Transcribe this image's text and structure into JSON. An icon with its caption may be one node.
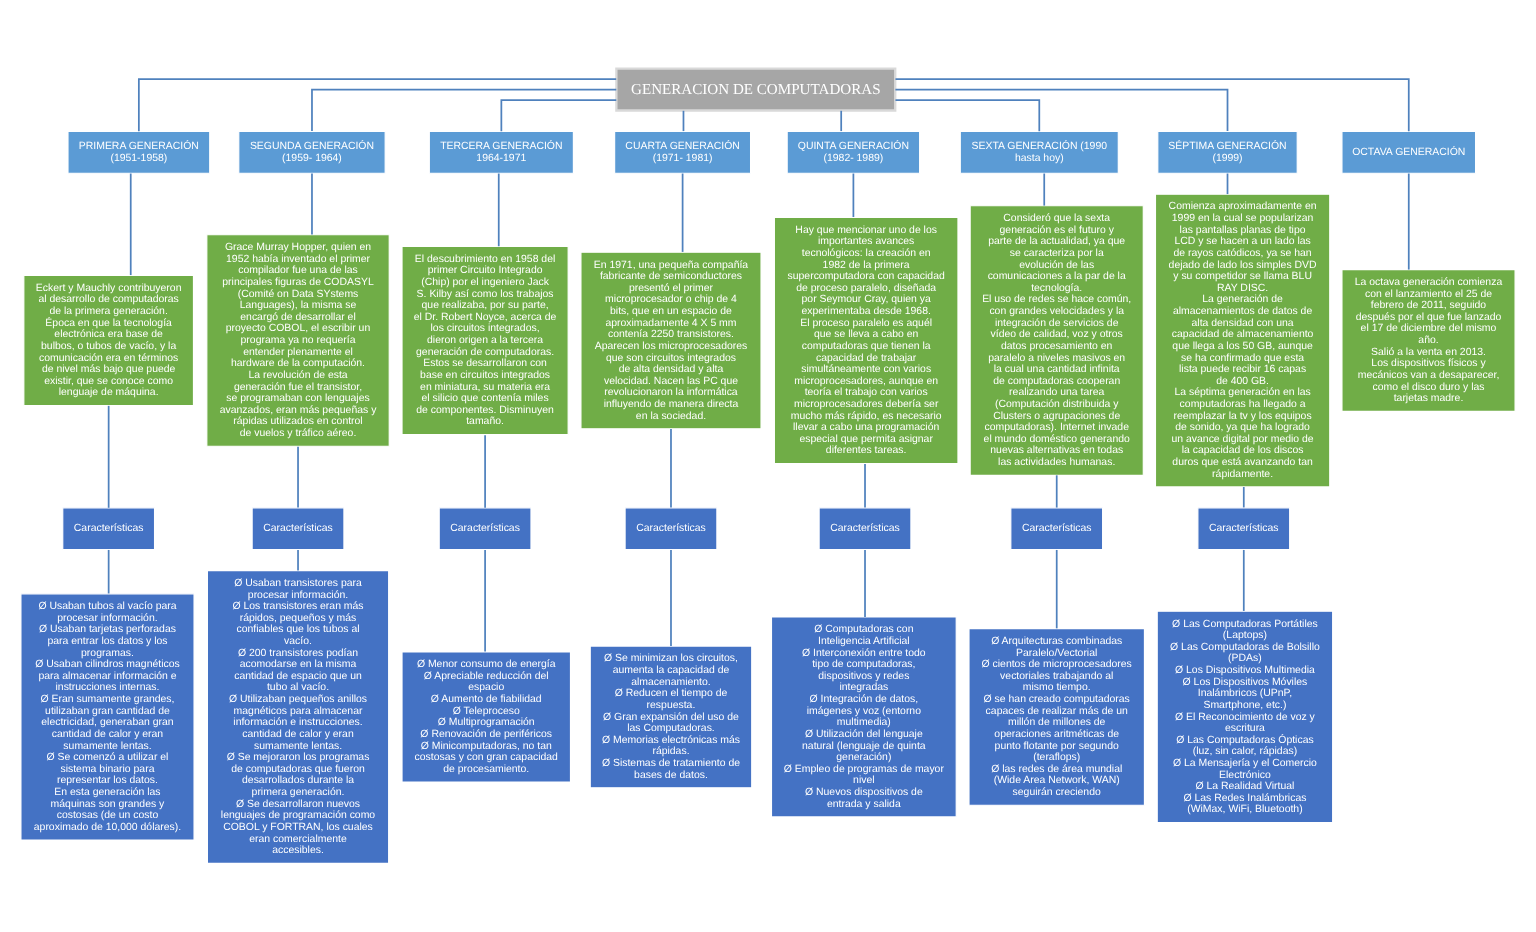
{
  "diagram": {
    "nodes": [
      {
        "text": [
          "GENERACION DE COMPUTADORAS"
        ]
      },
      {
        "text": [
          "PRIMERA GENERACIÓN (1951-1958)"
        ]
      },
      {
        "text": [
          "Eckert y Mauchly contribuyeron al desarrollo de computadoras de la primera generación.",
          "Época en que la tecnología electrónica era base de bulbos, o tubos de vacío, y la comunicación era en términos de nivel más bajo que puede existir, que se conoce como lenguaje de máquina."
        ]
      },
      {
        "text": [
          "Características"
        ]
      },
      {
        "text": [
          "Ø Usaban tubos al vacío para procesar información.",
          "Ø Usaban tarjetas perforadas para entrar los datos y los programas.",
          "Ø Usaban cilindros magnéticos para almacenar información e instrucciones internas.",
          "Ø Eran sumamente grandes, utilizaban gran cantidad de electricidad, generaban gran cantidad de calor y eran sumamente lentas.",
          "Ø Se comenzó a utilizar el sistema binario para representar los datos.",
          "En esta generación las máquinas son grandes y costosas (de un costo aproximado de 10,000 dólares)."
        ]
      },
      {
        "text": [
          "SEGUNDA GENERACIÓN (1959- 1964)"
        ]
      },
      {
        "text": [
          "Grace Murray Hopper, quien en 1952 había inventado el primer compilador fue una de las principales figuras de CODASYL (Comité on Data SYstems Languages), la misma se encargó de desarrollar el proyecto COBOL, el escribir un programa ya no requería entender plenamente el hardware de la computación.",
          "La revolución de esta generación fue el transistor, se programaban con lenguajes avanzados, eran más pequeñas y rápidas utilizados en control de vuelos y tráfico aéreo."
        ]
      },
      {
        "text": [
          "Características"
        ]
      },
      {
        "text": [
          "Ø Usaban transistores para procesar información.",
          "Ø Los transistores eran más rápidos, pequeños y más confiables que los tubos al vacío.",
          "Ø 200 transistores podían acomodarse en la misma cantidad de espacio que un tubo al vacío.",
          "Ø Utilizaban pequeños anillos magnéticos para almacenar información e instrucciones. cantidad de calor y eran sumamente lentas.",
          "Ø Se mejoraron los programas de computadoras que fueron desarrollados durante la primera generación.",
          "Ø Se desarrollaron nuevos lenguajes de programación como COBOL y FORTRAN, los cuales eran comercialmente accesibles."
        ]
      },
      {
        "text": [
          "TERCERA GENERACIÓN 1964-1971"
        ]
      },
      {
        "text": [
          "El descubrimiento en 1958 del primer Circuito Integrado (Chip) por el ingeniero Jack S. Kilby así como los trabajos que realizaba, por su parte, el Dr. Robert Noyce, acerca de los circuitos integrados, dieron origen a la tercera generación de computadoras.",
          "Estos se desarrollaron con base en circuitos integrados en miniatura, su materia era el silicio que contenía miles de componentes. Disminuyen tamaño."
        ]
      },
      {
        "text": [
          "Características"
        ]
      },
      {
        "text": [
          "Ø Menor consumo de energía",
          "Ø Apreciable reducción del espacio",
          "Ø Aumento de fiabilidad",
          "Ø Teleproceso",
          "Ø Multiprogramación",
          "Ø Renovación de periféricos",
          "Ø Minicomputadoras, no tan costosas y con gran capacidad de procesamiento."
        ]
      },
      {
        "text": [
          "CUARTA GENERACIÓN (1971- 1981)"
        ]
      },
      {
        "text": [
          "En 1971, una pequeña compañía fabricante de semiconductores presentó el primer microprocesador o chip de 4 bits, que en un espacio de aproximadamente 4 X 5 mm contenía 2250 transistores.",
          "Aparecen los microprocesadores que son circuitos integrados de alta densidad y alta velocidad. Nacen las PC que revolucionaron la informática influyendo de manera directa en la sociedad."
        ]
      },
      {
        "text": [
          "Características"
        ]
      },
      {
        "text": [
          "Ø Se minimizan los circuitos, aumenta la capacidad de almacenamiento.",
          "Ø Reducen el tiempo de respuesta.",
          "Ø Gran expansión del uso de las Computadoras.",
          "Ø Memorias electrónicas más rápidas.",
          "Ø Sistemas de tratamiento de bases de datos."
        ]
      },
      {
        "text": [
          "QUINTA GENERACIÓN (1982- 1989)"
        ]
      },
      {
        "text": [
          "Hay que mencionar uno de los importantes avances tecnológicos: la creación en 1982 de la primera supercomputadora con capacidad de proceso paralelo, diseñada por Seymour Cray, quien ya experimentaba desde 1968.",
          "El proceso paralelo es aquél que se lleva a cabo en computadoras que tienen la capacidad de trabajar simultáneamente con varios microprocesadores, aunque en teoría el trabajo con varios microprocesadores debería ser mucho más rápido, es necesario llevar a cabo una programación especial que permita asignar diferentes tareas."
        ]
      },
      {
        "text": [
          "Características"
        ]
      },
      {
        "text": [
          "Ø Computadoras con Inteligencia Artificial",
          "Ø Interconexión entre todo tipo de computadoras, dispositivos y redes integradas",
          "Ø Integración de datos, imágenes y voz (entorno multimedia)",
          "Ø Utilización del lenguaje natural (lenguaje de quinta generación)",
          "Ø Empleo de programas de mayor nivel",
          "Ø Nuevos dispositivos de entrada y salida"
        ]
      },
      {
        "text": [
          "SEXTA GENERACIÓN (1990 hasta hoy)"
        ]
      },
      {
        "text": [
          "Consideró que la sexta generación es el futuro y parte de la actualidad, ya que se caracteriza por la evolución de las comunicaciones a la par de la tecnología.",
          "El uso de redes se hace común, con grandes velocidades y la integración de servicios de vídeo de calidad, voz y otros datos procesamiento en paralelo a niveles masivos en la cual una cantidad infinita de computadoras cooperan realizando una tarea (Computación distribuida y Clusters o agrupaciones de computadoras). Internet invade el mundo doméstico generando nuevas alternativas en todas las actividades humanas."
        ]
      },
      {
        "text": [
          "Características"
        ]
      },
      {
        "text": [
          "Ø Arquitecturas combinadas Paralelo/Vectorial",
          "Ø cientos de microprocesadores vectoriales trabajando al mismo tiempo.",
          "Ø se han creado computadoras capaces de realizar más de un millón de millones de operaciones aritméticas de punto flotante por segundo (teraflops)",
          "Ø las redes de área mundial (Wide Area Network, WAN) seguirán creciendo"
        ]
      },
      {
        "text": [
          "SÉPTIMA GENERACIÓN (1999)"
        ]
      },
      {
        "text": [
          "Comienza aproximadamente en 1999 en la cual se popularizan las pantallas planas de tipo LCD y se hacen a un lado las de rayos catódicos, ya se han dejado de lado los simples DVD y su competidor se llama BLU RAY DISC.",
          "La generación de almacenamientos de datos de alta densidad con una capacidad de almacenamiento que llega a los 50 GB, aunque se ha confirmado que esta lista puede recibir 16 capas de 400 GB.",
          "La séptima generación en las computadoras ha llegado a reemplazar la tv y los equipos de sonido, ya que ha logrado un avance digital por medio de la capacidad de los discos duros que está avanzando tan rápidamente."
        ]
      },
      {
        "text": [
          "Características"
        ]
      },
      {
        "text": [
          "Ø Las Computadoras Portátiles (Laptops)",
          "Ø Las Computadoras de Bolsillo (PDAs)",
          "Ø Los Dispositivos Multimedia",
          "Ø Los Dispositivos Móviles Inalámbricos (UPnP, Smartphone, etc.)",
          "Ø El Reconocimiento de voz y escritura",
          "Ø Las Computadoras Ópticas (luz, sin calor, rápidas)",
          "Ø La Mensajería y el Comercio Electrónico",
          "Ø La Realidad Virtual",
          "Ø Las Redes Inalámbricas (WiMax, WiFi, Bluetooth)"
        ]
      },
      {
        "text": [
          "OCTAVA GENERACIÓN"
        ]
      },
      {
        "text": [
          "La octava generación comienza con el lanzamiento el 25 de febrero de 2011, seguido después por el que fue lanzado el 17 de diciembre del mismo año.",
          "Salió a la venta en 2013.",
          "Los dispositivos físicos y mecánicos van a desaparecer, como el disco duro y las tarjetas madre."
        ]
      }
    ],
    "edges": [
      {
        "from": 0,
        "to": 1,
        "arrow": "none"
      },
      {
        "from": 1,
        "to": 2,
        "arrow": "none"
      },
      {
        "from": 2,
        "to": 3,
        "arrow": "none"
      },
      {
        "from": 3,
        "to": 4,
        "arrow": "none"
      },
      {
        "from": 0,
        "to": 5,
        "arrow": "none"
      },
      {
        "from": 5,
        "to": 6,
        "arrow": "none"
      },
      {
        "from": 6,
        "to": 7,
        "arrow": "none"
      },
      {
        "from": 7,
        "to": 8,
        "arrow": "none"
      },
      {
        "from": 0,
        "to": 9,
        "arrow": "none"
      },
      {
        "from": 9,
        "to": 10,
        "arrow": "none"
      },
      {
        "from": 10,
        "to": 11,
        "arrow": "none"
      },
      {
        "from": 11,
        "to": 12,
        "arrow": "none"
      },
      {
        "from": 0,
        "to": 13,
        "arrow": "none"
      },
      {
        "from": 13,
        "to": 14,
        "arrow": "none"
      },
      {
        "from": 14,
        "to": 15,
        "arrow": "none"
      },
      {
        "from": 15,
        "to": 16,
        "arrow": "none"
      },
      {
        "from": 0,
        "to": 17,
        "arrow": "none"
      },
      {
        "from": 17,
        "to": 18,
        "arrow": "none"
      },
      {
        "from": 18,
        "to": 19,
        "arrow": "none"
      },
      {
        "from": 19,
        "to": 20,
        "arrow": "none"
      },
      {
        "from": 0,
        "to": 21,
        "arrow": "none"
      },
      {
        "from": 21,
        "to": 22,
        "arrow": "none"
      },
      {
        "from": 22,
        "to": 23,
        "arrow": "none"
      },
      {
        "from": 23,
        "to": 24,
        "arrow": "none"
      },
      {
        "from": 0,
        "to": 25,
        "arrow": "none"
      },
      {
        "from": 25,
        "to": 26,
        "arrow": "none"
      },
      {
        "from": 26,
        "to": 27,
        "arrow": "none"
      },
      {
        "from": 27,
        "to": 28,
        "arrow": "none"
      },
      {
        "from": 0,
        "to": 29,
        "arrow": "none"
      },
      {
        "from": 29,
        "to": 30,
        "arrow": "none"
      }
    ]
  }
}
